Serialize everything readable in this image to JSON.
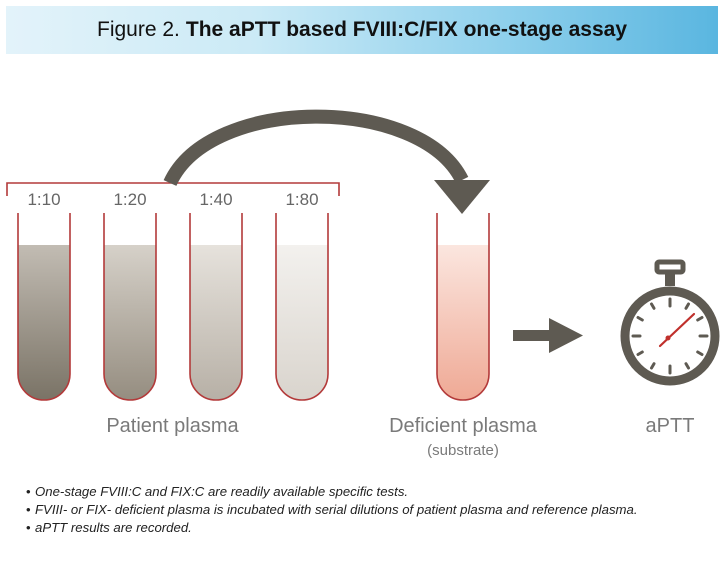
{
  "header": {
    "title_prefix": "Figure 2.",
    "title_main": "The aPTT based FVIII:C/FIX one-stage assay"
  },
  "dilutions": [
    "1:10",
    "1:20",
    "1:40",
    "1:80"
  ],
  "labels": {
    "patient_plasma": "Patient plasma",
    "deficient_plasma": "Deficient plasma",
    "substrate": "(substrate)",
    "aptt": "aPTT"
  },
  "notes": [
    "One-stage FVIII:C and FIX:C are readily available specific tests.",
    "FVIII- or FIX- deficient plasma is incubated with serial dilutions of patient plasma and reference plasma.",
    "aPTT results are recorded."
  ],
  "colors": {
    "tube_outline": "#b33a3a",
    "arrow": "#5e5a52",
    "clock": "#5e5a52",
    "clock_hand": "#c0302c",
    "deficient_fill": "#f2b8a8"
  }
}
